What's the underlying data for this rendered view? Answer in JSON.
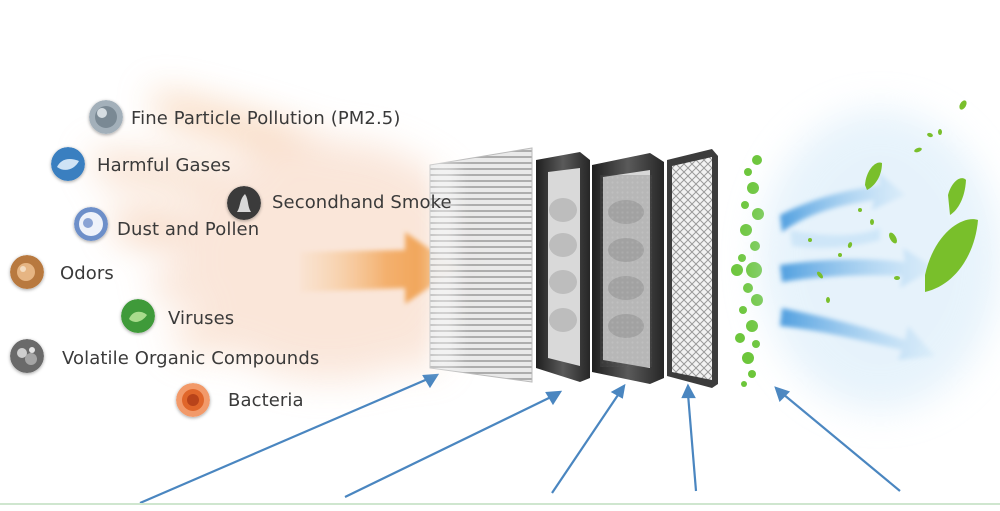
{
  "pollutants": [
    {
      "label": "Fine Particle Pollution (PM2.5)",
      "icon": "fine-particle-icon",
      "color": "#8a9aa6"
    },
    {
      "label": "Harmful Gases",
      "icon": "harmful-gas-icon",
      "color": "#3a7fc0"
    },
    {
      "label": "Secondhand Smoke",
      "icon": "smoke-icon",
      "color": "#3b3b3b"
    },
    {
      "label": "Dust and Pollen",
      "icon": "dust-pollen-icon",
      "color": "#6d8fc9"
    },
    {
      "label": "Odors",
      "icon": "odor-icon",
      "color": "#b8793f"
    },
    {
      "label": "Viruses",
      "icon": "virus-icon",
      "color": "#3f9a3a"
    },
    {
      "label": "Volatile Organic Compounds",
      "icon": "voc-icon",
      "color": "#6a6a6a"
    },
    {
      "label": "Bacteria",
      "icon": "bacteria-icon",
      "color": "#e0662a"
    }
  ],
  "colors": {
    "dirty_air": "#f0a04a",
    "clean_air": "#6fb3e6",
    "ion_green": "#6cc63a",
    "leaf_green": "#79bf2b",
    "intake_arrow": "#4a86c0"
  }
}
